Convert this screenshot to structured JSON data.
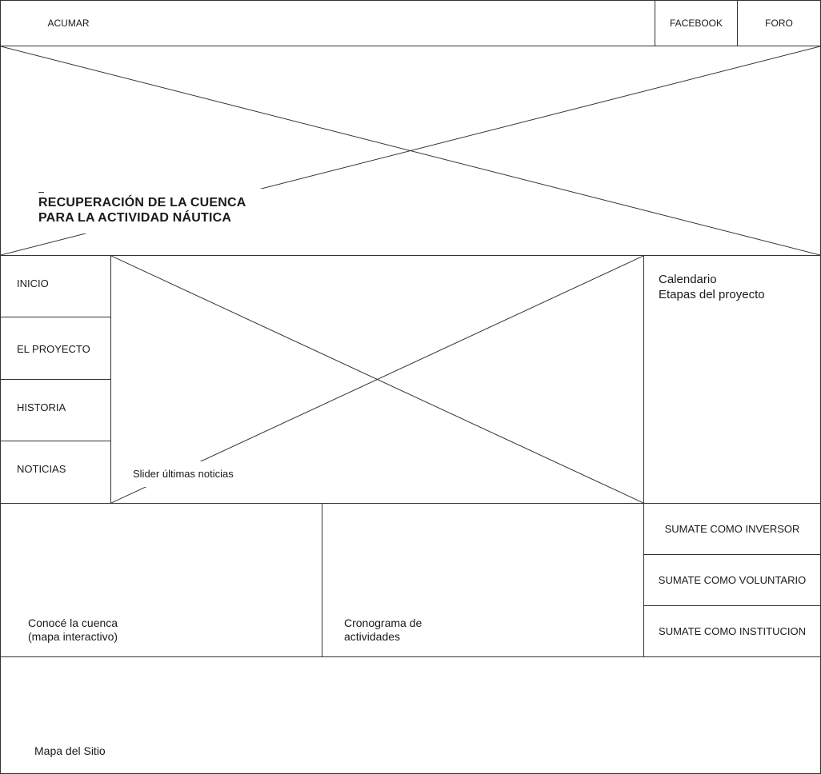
{
  "header": {
    "brand": "ACUMAR",
    "links": [
      {
        "label": "FACEBOOK"
      },
      {
        "label": "FORO"
      }
    ]
  },
  "hero": {
    "title_line1": "RECUPERACIÓN DE LA CUENCA",
    "title_line2": "PARA LA ACTIVIDAD NÁUTICA"
  },
  "nav": {
    "items": [
      {
        "label": "INICIO"
      },
      {
        "label": "EL PROYECTO"
      },
      {
        "label": "HISTORIA"
      },
      {
        "label": "NOTICIAS"
      }
    ]
  },
  "slider": {
    "caption": "Slider últimas noticias"
  },
  "sidebar": {
    "line1": "Calendario",
    "line2": "Etapas del proyecto"
  },
  "cards": {
    "map_line1": "Conocé la cuenca",
    "map_line2": "(mapa interactivo)",
    "schedule_line1": "Cronograma de",
    "schedule_line2": "actividades"
  },
  "join": {
    "items": [
      {
        "label": "SUMATE COMO INVERSOR"
      },
      {
        "label": "SUMATE COMO VOLUNTARIO"
      },
      {
        "label": "SUMATE COMO INSTITUCION"
      }
    ]
  },
  "footer": {
    "sitemap": "Mapa del Sitio"
  }
}
